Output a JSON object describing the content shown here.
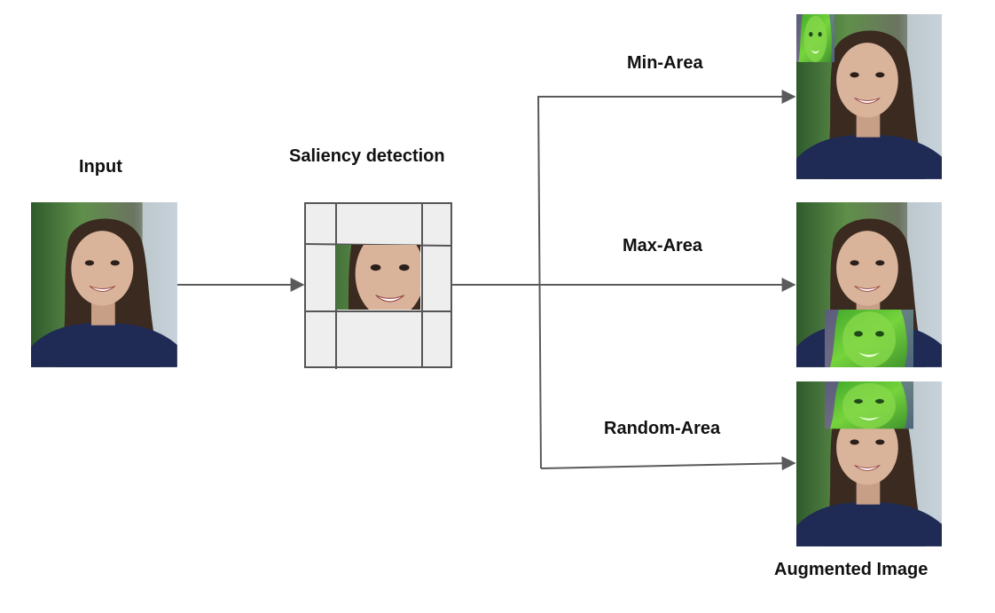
{
  "labels": {
    "input": "Input",
    "saliency": "Saliency detection",
    "min_area": "Min-Area",
    "max_area": "Max-Area",
    "random_area": "Random-Area",
    "augmented": "Augmented Image"
  },
  "colors": {
    "arrow": "#5a5a5a",
    "grid_fill": "#eeeeee",
    "grid_stroke": "#555555",
    "photo_background": "#3f6b3a",
    "photo_jacket": "#1f2a55",
    "photo_hair": "#3a2a20",
    "photo_skin": "#d9b39a",
    "saliency_patch": "#55c43c"
  }
}
